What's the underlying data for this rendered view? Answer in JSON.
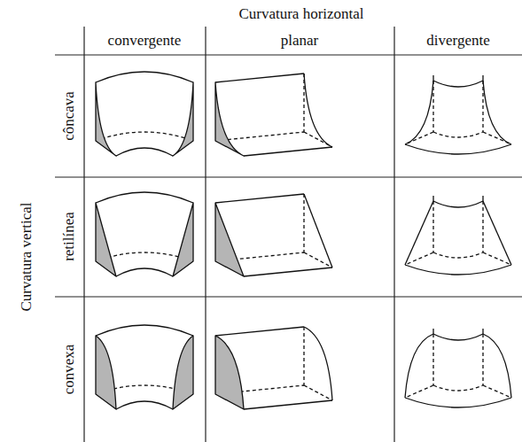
{
  "diagram": {
    "labels": [
      "Curvatura horizontal",
      "convergente",
      "planar",
      "divergente",
      "Curvatura vertical",
      "côncava",
      "retilínea",
      "convexa"
    ]
  }
}
